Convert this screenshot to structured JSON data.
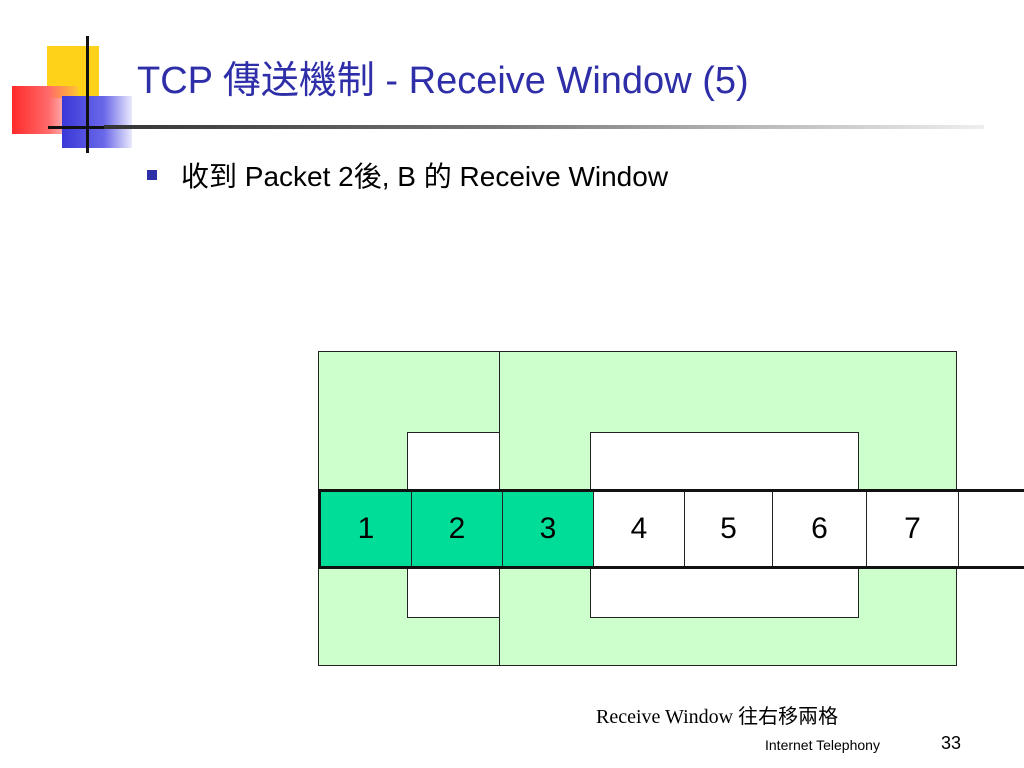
{
  "slide": {
    "title": "TCP 傳送機制 - Receive Window (5)",
    "bullet": "收到 Packet 2後, B 的 Receive Window",
    "caption": "Receive Window 往右移兩格",
    "footer": "Internet Telephony",
    "page_number": "33"
  },
  "diagram": {
    "cells": [
      {
        "label": "1",
        "received": true
      },
      {
        "label": "2",
        "received": true
      },
      {
        "label": "3",
        "received": true
      },
      {
        "label": "4",
        "received": false
      },
      {
        "label": "5",
        "received": false
      },
      {
        "label": "6",
        "received": false
      },
      {
        "label": "7",
        "received": false
      },
      {
        "label": "",
        "received": false
      }
    ],
    "colors": {
      "received": "#00dd99",
      "window": "#ccffcc",
      "accent": "#2e2ea8"
    }
  }
}
